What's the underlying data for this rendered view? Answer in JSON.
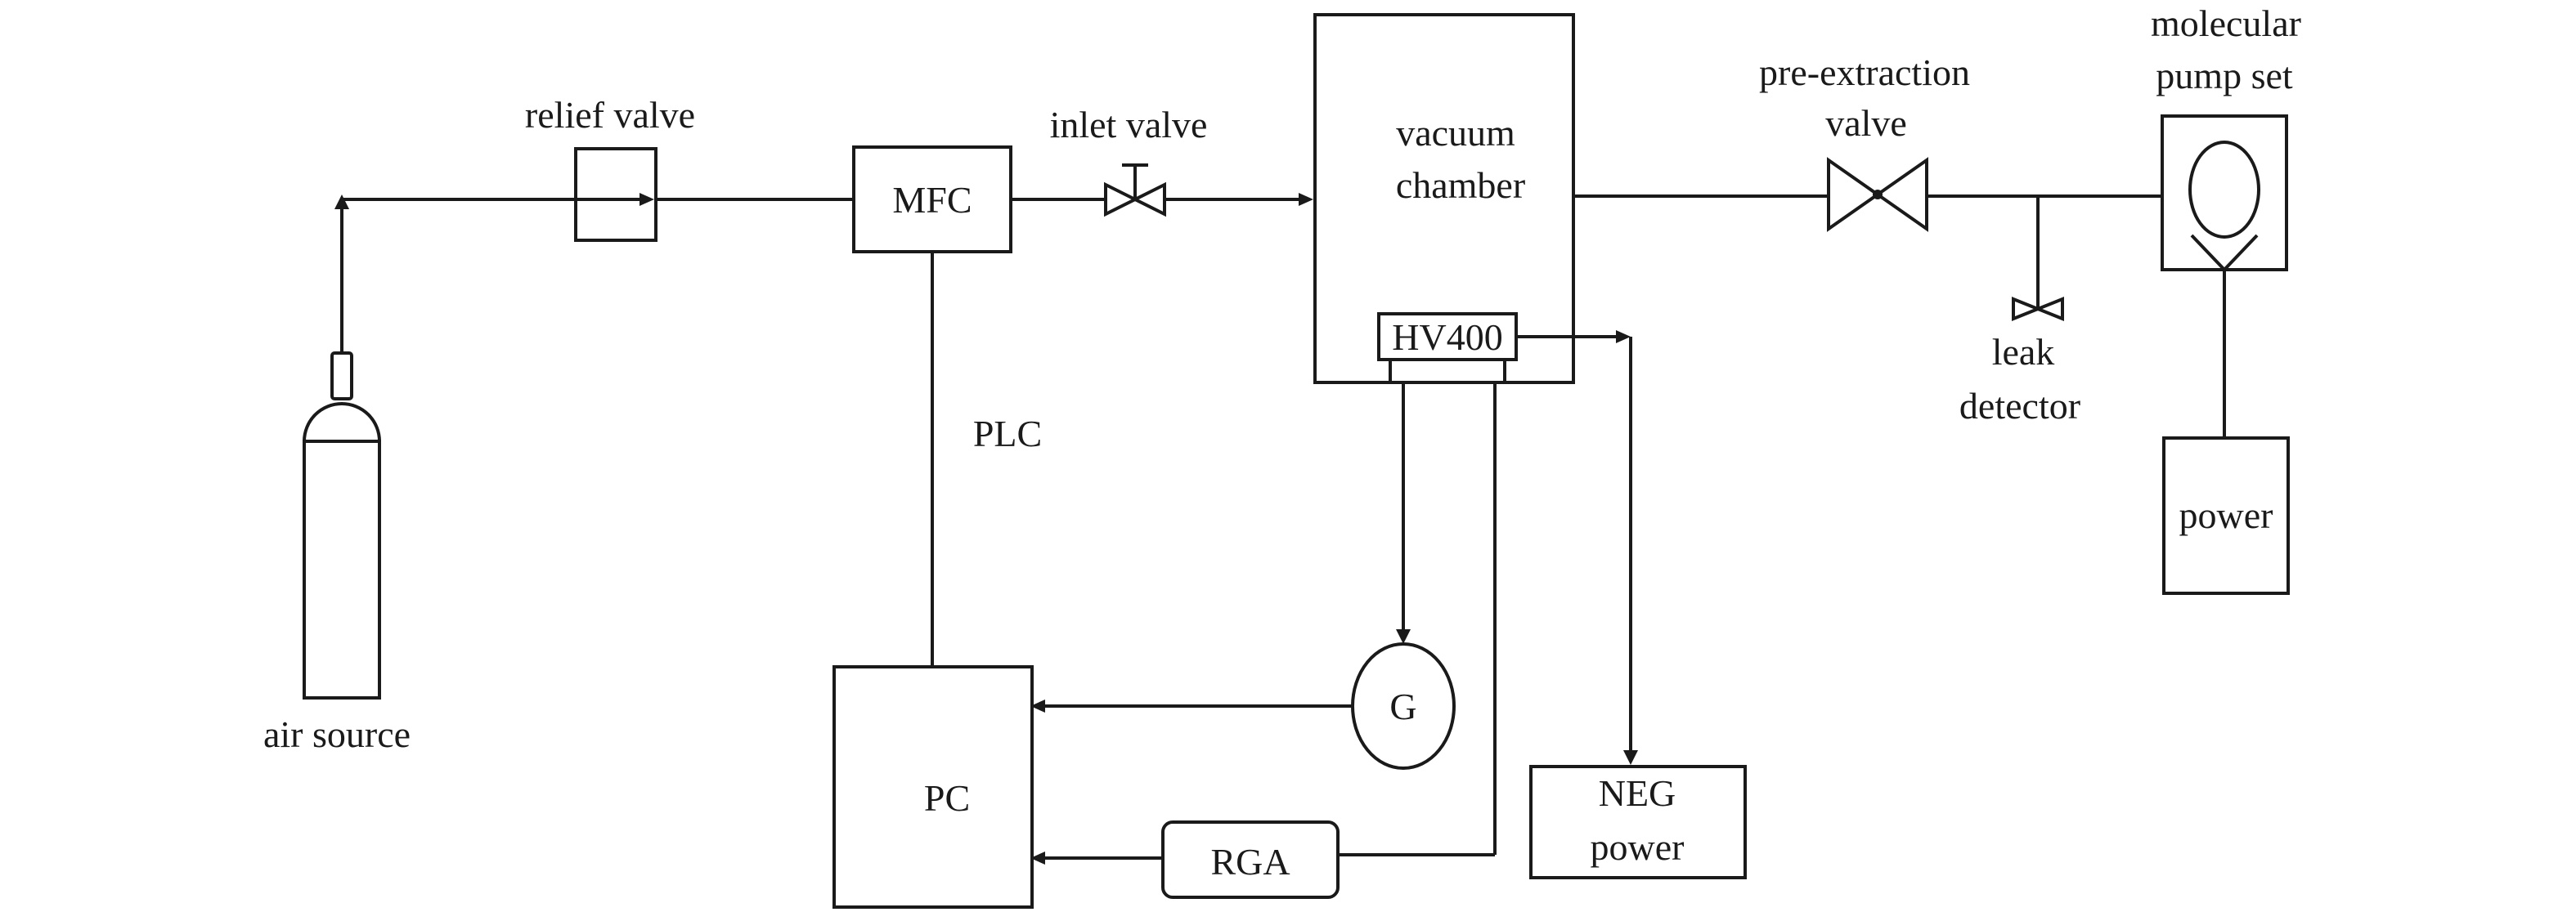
{
  "labels": {
    "relief_valve": "relief valve",
    "inlet_valve": "inlet valve",
    "mfc": "MFC",
    "plc": "PLC",
    "air_source": "air source",
    "vacuum_chamber_line1": "vacuum",
    "vacuum_chamber_line2": "chamber",
    "hv400": "HV400",
    "pre_extraction_line1": "pre-extraction",
    "pre_extraction_line2": "valve",
    "molecular_pump_line1": "molecular",
    "molecular_pump_line2": "pump set",
    "leak_detector_line1": "leak",
    "leak_detector_line2": "detector",
    "power": "power",
    "gauge": "G",
    "pc": "PC",
    "rga": "RGA",
    "neg_power_line1": "NEG",
    "neg_power_line2": "power"
  }
}
